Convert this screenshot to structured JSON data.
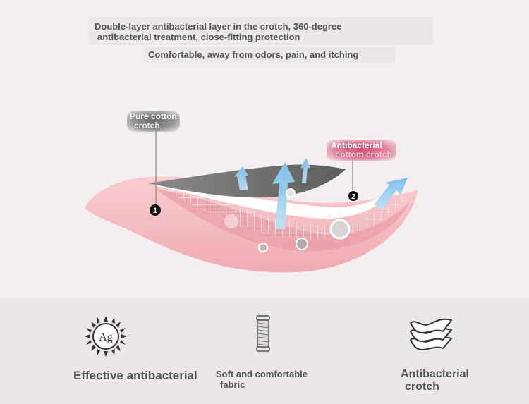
{
  "headline": {
    "line1": "Double-layer antibacterial layer in the crotch, 360-degree",
    "line2": "antibacterial treatment, close-fitting protection"
  },
  "subline": "Comfortable, away from odors, pain, and itching",
  "diagram": {
    "pure_cotton_label": {
      "line1": "Pure cotton",
      "line2": "crotch"
    },
    "antibacterial_label": {
      "line1": "Antibacterial",
      "line2": "bottom crotch"
    },
    "marker_1": "1",
    "marker_2": "2"
  },
  "features": [
    {
      "icon": "silver-ion-badge-icon",
      "icon_text": "Ag",
      "line1": "Effective antibacterial",
      "line2": ""
    },
    {
      "icon": "thread-spool-icon",
      "line1": "Soft and comfortable",
      "line2": "fabric"
    },
    {
      "icon": "fabric-layers-icon",
      "line1": "Antibacterial",
      "line2": "crotch"
    }
  ],
  "colors": {
    "pink_layer": "#f4b9c0",
    "gray_layer": "#7b7b7b",
    "arrow_blue": "#9fd0ee",
    "text_gray": "#555555"
  }
}
